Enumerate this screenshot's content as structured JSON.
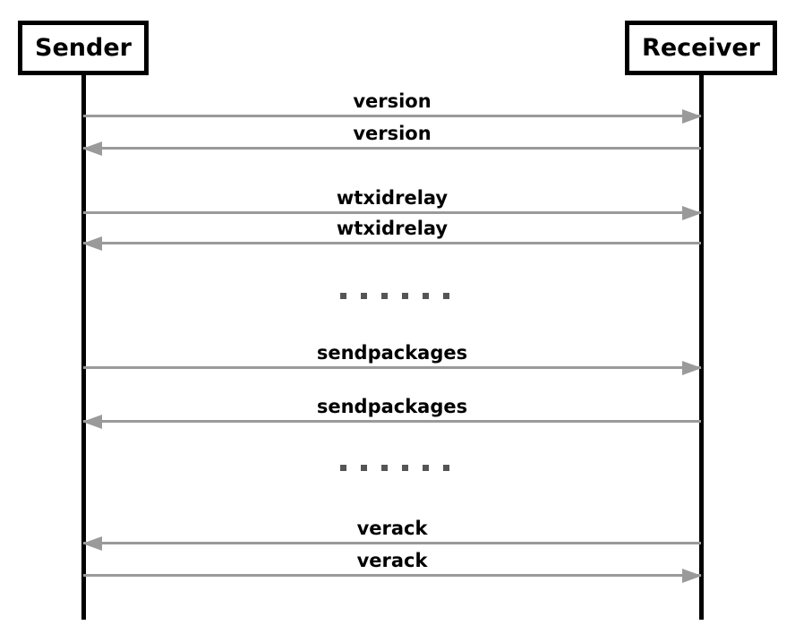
{
  "diagram": {
    "type": "sequence-diagram",
    "background_color": "#ffffff",
    "arrow_color": "#9a9a9a",
    "lifeline_color": "#000000",
    "text_color": "#000000",
    "participants": [
      {
        "id": "sender",
        "label": "Sender"
      },
      {
        "id": "receiver",
        "label": "Receiver"
      }
    ],
    "rows": [
      {
        "kind": "message",
        "label": "version",
        "direction": "right",
        "from": "sender",
        "to": "receiver"
      },
      {
        "kind": "message",
        "label": "version",
        "direction": "left",
        "from": "receiver",
        "to": "sender"
      },
      {
        "kind": "message",
        "label": "wtxidrelay",
        "direction": "right",
        "from": "sender",
        "to": "receiver"
      },
      {
        "kind": "message",
        "label": "wtxidrelay",
        "direction": "left",
        "from": "receiver",
        "to": "sender"
      },
      {
        "kind": "ellipsis",
        "label": ". . . . . .",
        "dots": 6
      },
      {
        "kind": "message",
        "label": "sendpackages",
        "direction": "right",
        "from": "sender",
        "to": "receiver"
      },
      {
        "kind": "message",
        "label": "sendpackages",
        "direction": "left",
        "from": "receiver",
        "to": "sender"
      },
      {
        "kind": "ellipsis",
        "label": ". . . . . .",
        "dots": 6
      },
      {
        "kind": "message",
        "label": "verack",
        "direction": "left",
        "from": "receiver",
        "to": "sender"
      },
      {
        "kind": "message",
        "label": "verack",
        "direction": "right",
        "from": "sender",
        "to": "receiver"
      }
    ]
  }
}
